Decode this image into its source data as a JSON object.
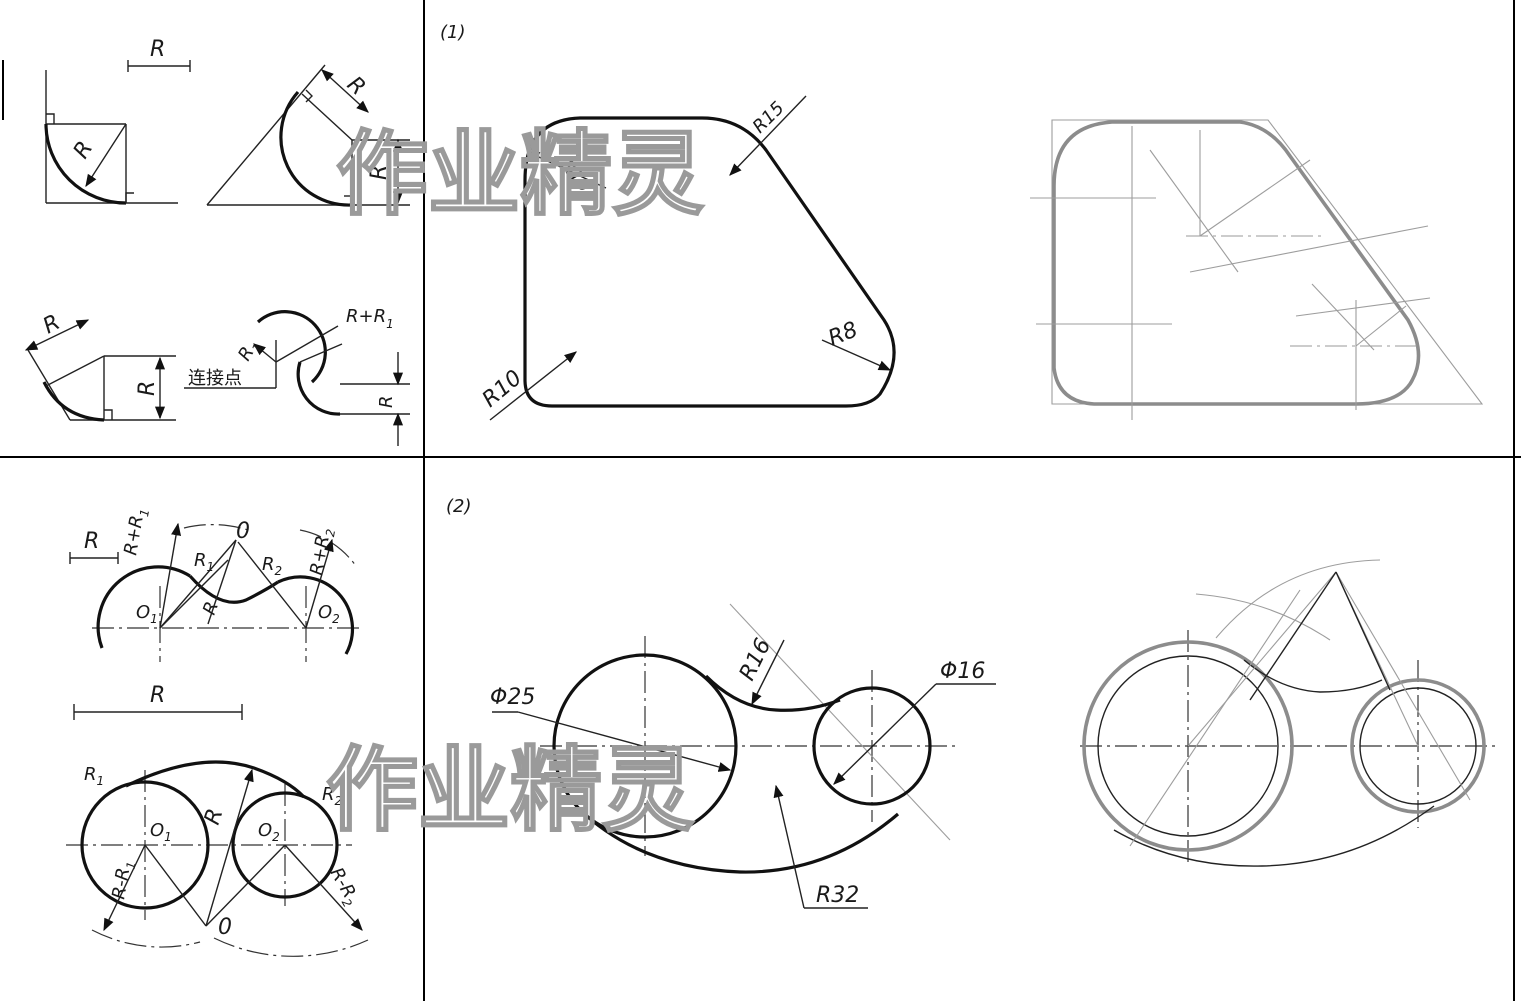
{
  "panel1_label": "(1)",
  "panel2_label": "(2)",
  "watermark": "作业精灵",
  "ref_top": {
    "r": "R",
    "r_plus_r1": "R+R",
    "r1": "R",
    "connect_point": "连接点",
    "sub1": "1"
  },
  "ref_bottom": {
    "r": "R",
    "r_plus_r1": "R+R",
    "r1": "R",
    "r2": "R",
    "r_plus_r2": "R+R",
    "o": "0",
    "o1": "O",
    "o2": "O",
    "r_minus_r1": "R-R",
    "r_minus_r2": "R-R",
    "sub1": "1",
    "sub2": "2"
  },
  "problem1": {
    "r10_top": "R10",
    "r15": "R15",
    "r8": "R8",
    "r10_bottom": "R10"
  },
  "problem2": {
    "phi25": "Φ25",
    "r16": "R16",
    "phi16": "Φ16",
    "r32": "R32"
  }
}
